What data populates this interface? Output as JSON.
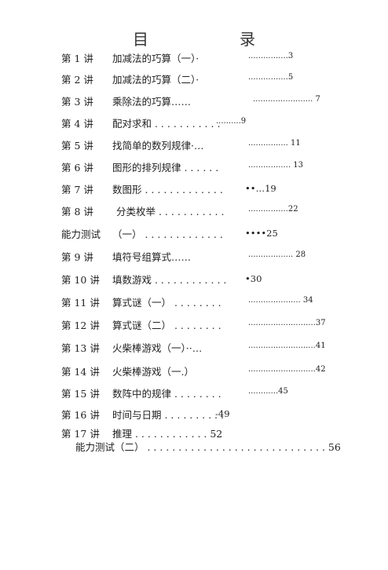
{
  "title": "目　录",
  "entries": [
    {
      "num": "第 1 讲",
      "name": "加减法的巧算（一）·",
      "page": "................3"
    },
    {
      "num": "第 2 讲",
      "name": "加减法的巧算（二）·",
      "page": "................5"
    },
    {
      "num": "第 3 讲",
      "name": "乘除法的巧算……",
      "page": "........................ 7"
    },
    {
      "num": "第 4 讲",
      "name": "配对求和 . . . . . . . . . . .",
      "page": "..........9"
    },
    {
      "num": "第 5 讲",
      "name": "找简单的数列规律·…",
      "page": "................ 11"
    },
    {
      "num": "第 6 讲",
      "name": "图形的排列规律 . . . . . .",
      "page": "................. 13"
    },
    {
      "num": "第 7 讲",
      "name": "数图形 . . . . . . . . . . . . .",
      "page": "••…19"
    },
    {
      "num": "第 8 讲",
      "name": "分类枚举 . . . . . . . . . . .",
      "page": "................22"
    },
    {
      "num": "能力测试",
      "name": "（一） . . . . . . . . . . . . .",
      "page": "••••25"
    },
    {
      "num": "第 9 讲",
      "name": "填符号组算式……",
      "page": ".................. 28"
    },
    {
      "num": "第 10 讲",
      "name": "填数游戏 . . . . . . . . . . . .",
      "page": "•30"
    },
    {
      "num": "第 11 讲",
      "name": "算式谜（一） . . . . . . . .",
      "page": "..................... 34"
    },
    {
      "num": "第 12 讲",
      "name": "算式谜（二） . . . . . . . .",
      "page": "...........................37"
    },
    {
      "num": "第 13 讲",
      "name": "火柴棒游戏（一）··…",
      "page": "...........................41"
    },
    {
      "num": "第 14 讲",
      "name": "火柴棒游戏（一.）",
      "page": "...........................42"
    },
    {
      "num": "第 15 讲",
      "name": "数阵中的规律 . . . . . . . .",
      "page": "............45"
    },
    {
      "num": "第 16 讲",
      "name": "时间与日期 . . . . . . . . . .",
      "page": "-49"
    },
    {
      "num": "第 17 讲",
      "name": "推理 . . . . . . . . . . . . 52",
      "page": ""
    }
  ],
  "last_entry": "能力测试（二） . . . . . . . . . . . . . . . . . . . . . . . . . . . . . 56"
}
